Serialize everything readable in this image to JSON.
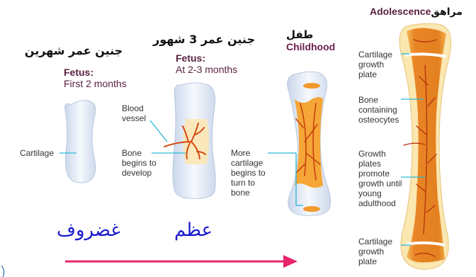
{
  "stages": [
    {
      "arabic": "جنين عمر شهرين",
      "title": "Fetus:",
      "subtitle": "First 2 months"
    },
    {
      "arabic": "جنين عمر 3 شهور",
      "title": "Fetus:",
      "subtitle": "At 2-3 months"
    },
    {
      "arabic": "طفل",
      "title": "Childhood"
    },
    {
      "arabic": "مراهق",
      "title": "Adolescence"
    }
  ],
  "labels": {
    "cartilage": "Cartilage",
    "blood_vessel_1": "Blood",
    "blood_vessel_2": "vessel",
    "bone_develop": [
      "Bone",
      "begins to",
      "develop"
    ],
    "more_cartilage": [
      "More",
      "cartilage",
      "begins to",
      "turn to",
      "bone"
    ],
    "cartilage_plate_top": [
      "Cartilage",
      "growth",
      "plate"
    ],
    "bone_osteocytes": [
      "Bone",
      "containing",
      "osteocytes"
    ],
    "growth_plates": [
      "Growth",
      "plates",
      "promote",
      "growth until",
      "young",
      "adulthood"
    ],
    "cartilage_plate_bottom": [
      "Cartilage",
      "growth",
      "plate"
    ]
  },
  "handwritten": {
    "cartilage_ar": "غضروف",
    "bone_ar": "عظم"
  },
  "colors": {
    "title_purple": "#5a2140",
    "childhood_purple": "#6b1e4a",
    "arrow": "#e8246a",
    "bone_orange": "#f29a2e",
    "vessel_red": "#d44a12",
    "cartilage_blue": "#dfe8f4",
    "leader_cyan": "#29b6d6"
  }
}
